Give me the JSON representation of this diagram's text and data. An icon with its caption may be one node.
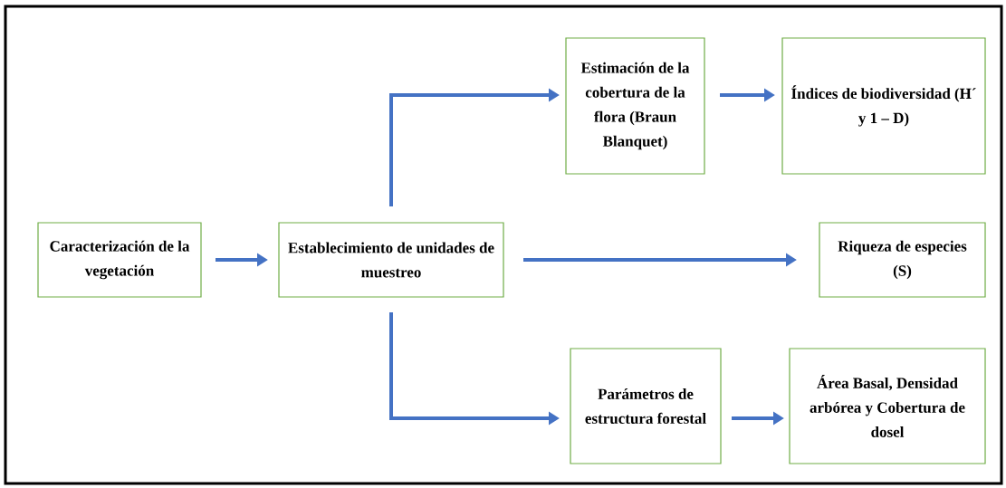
{
  "diagram": {
    "nodes": [
      {
        "text": [
          "Caracterización de la vegetación"
        ]
      },
      {
        "text": [
          "Establecimiento de unidades de muestreo"
        ]
      },
      {
        "text": [
          "Estimación de la cobertura de la flora (Braun Blanquet)"
        ]
      },
      {
        "text": [
          "Índices de biodiversidad (H´ y 1 – D)"
        ]
      },
      {
        "text": [
          "Riqueza de especies (S)"
        ]
      },
      {
        "text": [
          "Parámetros de estructura forestal"
        ]
      },
      {
        "text": [
          "Área Basal, Densidad arbórea y Cobertura de dosel"
        ]
      }
    ],
    "edges": [
      {
        "from": 0,
        "to": 1,
        "arrow": "to"
      },
      {
        "from": 1,
        "to": 2,
        "arrow": "to"
      },
      {
        "from": 2,
        "to": 3,
        "arrow": "to"
      },
      {
        "from": 1,
        "to": 4,
        "arrow": "to"
      },
      {
        "from": 1,
        "to": 5,
        "arrow": "to"
      },
      {
        "from": 5,
        "to": 6,
        "arrow": "to"
      }
    ]
  }
}
